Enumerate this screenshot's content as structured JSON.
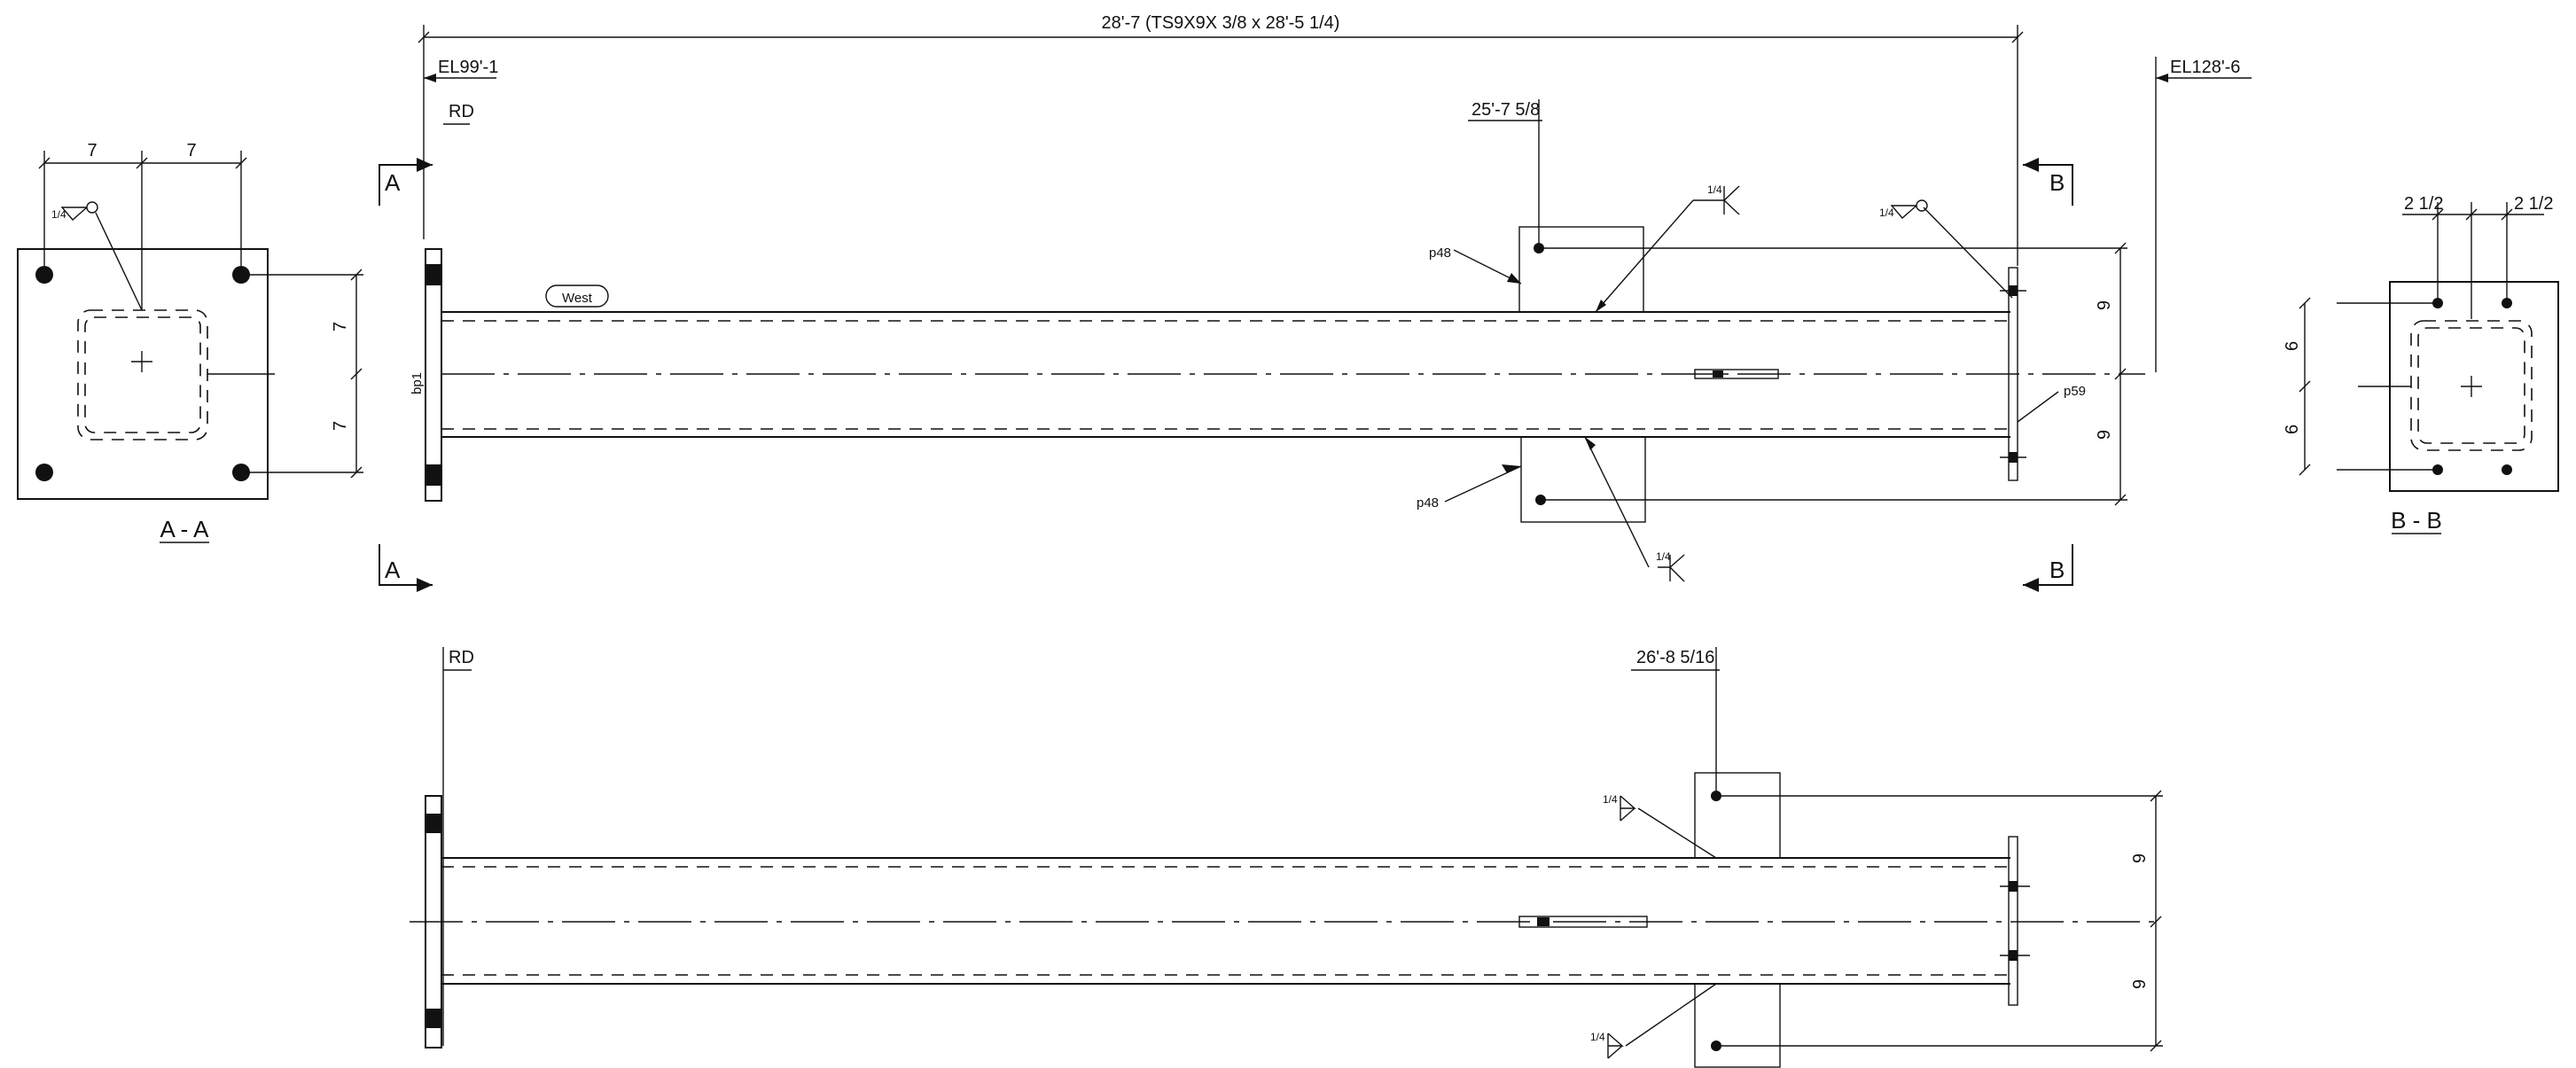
{
  "top_view": {
    "overall_dim": "28'-7 (TS9X9X 3/8 x 28'-5 1/4)",
    "el_left": "EL99'-1",
    "el_right": "EL128'-6",
    "rd_label": "RD",
    "dim_2575": "25'-7 5/8",
    "west_tag": "West",
    "bp_label": "bp1",
    "p48_top": "p48",
    "p48_bottom": "p48",
    "p59": "p59",
    "weld_14_top": "1/4",
    "weld_14_right": "1/4",
    "weld_14_bottom": "1/4",
    "dim_9_top": "9",
    "dim_9_bottom": "9"
  },
  "section_markers": {
    "a_top": "A",
    "a_bottom": "A",
    "b_top": "B",
    "b_bottom": "B"
  },
  "section_aa": {
    "title": "A - A",
    "dim_7_left": "7",
    "dim_7_right": "7",
    "dim_7_upper": "7",
    "dim_7_lower": "7",
    "weld": "1/4"
  },
  "section_bb": {
    "title": "B - B",
    "dim_212_left": "2 1/2",
    "dim_212_right": "2 1/2",
    "dim_6_upper": "6",
    "dim_6_lower": "6"
  },
  "bottom_view": {
    "rd_label": "RD",
    "dim_2685": "26'-8 5/16",
    "weld_top": "1/4",
    "weld_bottom": "1/4",
    "dim_9_top": "9",
    "dim_9_bottom": "9"
  }
}
